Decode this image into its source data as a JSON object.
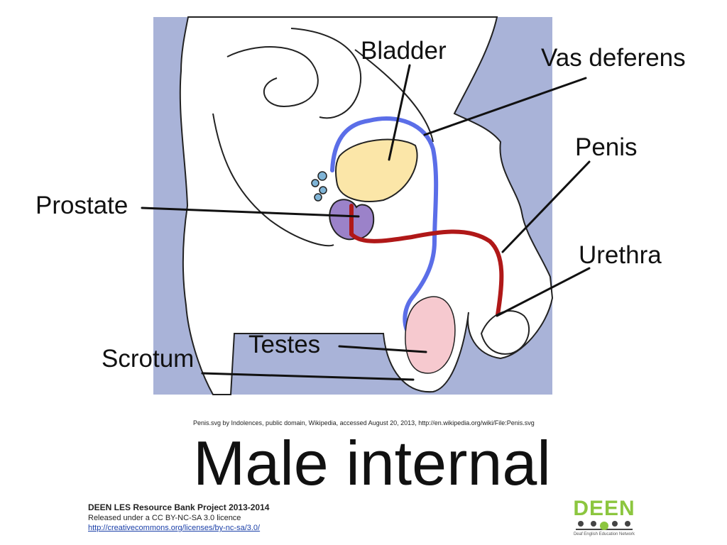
{
  "diagram": {
    "labels": {
      "bladder": "Bladder",
      "vas_deferens": "Vas deferens",
      "penis": "Penis",
      "prostate": "Prostate",
      "urethra": "Urethra",
      "scrotum": "Scrotum",
      "testes": "Testes"
    },
    "colors": {
      "background_panel": "#a9b3d8",
      "body_fill": "#ffffff",
      "bladder": "#fbe6a8",
      "prostate": "#9b82c9",
      "vas_deferens": "#5b6ee8",
      "urethra": "#b01818",
      "testis": "#f6c9cf",
      "seminal_vesicle": "#7fb4d6"
    }
  },
  "credit": "Penis.svg by Indolences, public domain, Wikipedia, accessed August 20, 2013, http://en.wikipedia.org/wiki/File:Penis.svg",
  "title": "Male internal",
  "project": {
    "line1": "DEEN LES Resource Bank Project 2013-2014",
    "line2": "Released under a CC BY-NC-SA 3.0 licence",
    "line3": "http://creativecommons.org/licenses/by-nc-sa/3.0/"
  },
  "logo": {
    "text": "DEEN",
    "subtext": "Deaf English Education Network"
  }
}
